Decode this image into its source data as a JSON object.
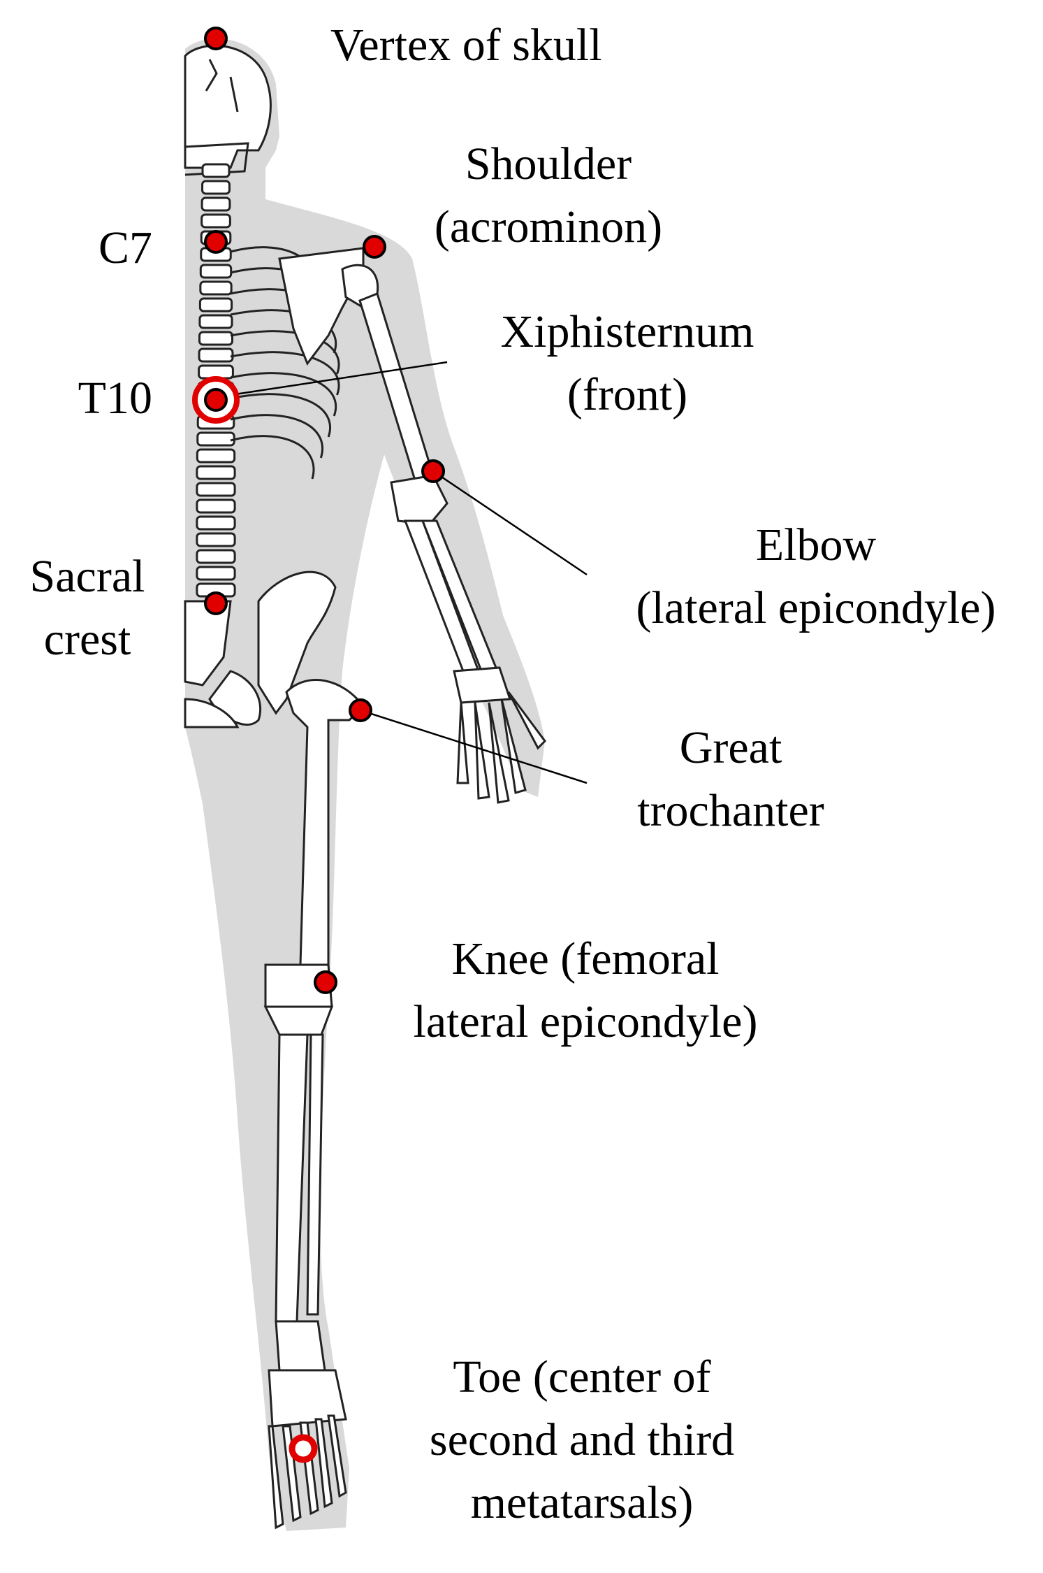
{
  "colors": {
    "marker_fill": "#e00000",
    "marker_stroke": "#000000",
    "marker_ring": "#e00000",
    "silhouette": "#d9d9d9",
    "bone_fill": "#ffffff",
    "bone_stroke": "#222222",
    "leader_line": "#000000"
  },
  "landmarks": {
    "vertex": {
      "lines": [
        "Vertex of skull"
      ]
    },
    "shoulder": {
      "lines": [
        "Shoulder",
        "(acrominon)"
      ]
    },
    "c7": {
      "lines": [
        "C7"
      ]
    },
    "xiphisternum": {
      "lines": [
        "Xiphisternum",
        "(front)"
      ]
    },
    "t10": {
      "lines": [
        "T10"
      ]
    },
    "elbow": {
      "lines": [
        "Elbow",
        "(lateral epicondyle)"
      ]
    },
    "sacral": {
      "lines": [
        "Sacral",
        "crest"
      ]
    },
    "trochanter": {
      "lines": [
        "Great",
        "trochanter"
      ]
    },
    "knee": {
      "lines": [
        "Knee (femoral",
        "lateral epicondyle)"
      ]
    },
    "toe": {
      "lines": [
        "Toe (center of",
        "second and third",
        "metatarsals)"
      ]
    }
  }
}
